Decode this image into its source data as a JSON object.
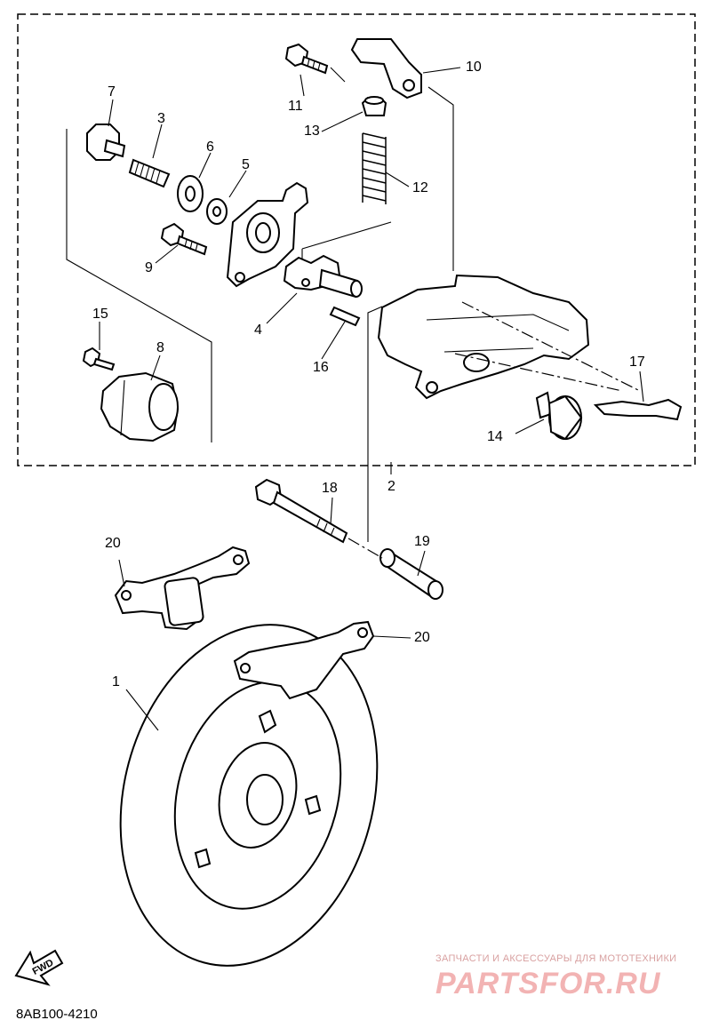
{
  "callouts": {
    "c1": "1",
    "c2": "2",
    "c3": "3",
    "c4": "4",
    "c5": "5",
    "c6": "6",
    "c7": "7",
    "c8": "8",
    "c9": "9",
    "c10": "10",
    "c11": "11",
    "c12": "12",
    "c13": "13",
    "c14": "14",
    "c15": "15",
    "c16": "16",
    "c17": "17",
    "c18": "18",
    "c19": "19",
    "c20a": "20",
    "c20b": "20"
  },
  "direction_label": "FWD",
  "diagram_code": "8AB100-4210",
  "watermark": {
    "tagline": "ЗАПЧАСТИ И АКСЕССУАРЫ ДЛЯ МОТОТЕХНИКИ",
    "brand": "PARTSFOR.RU"
  }
}
